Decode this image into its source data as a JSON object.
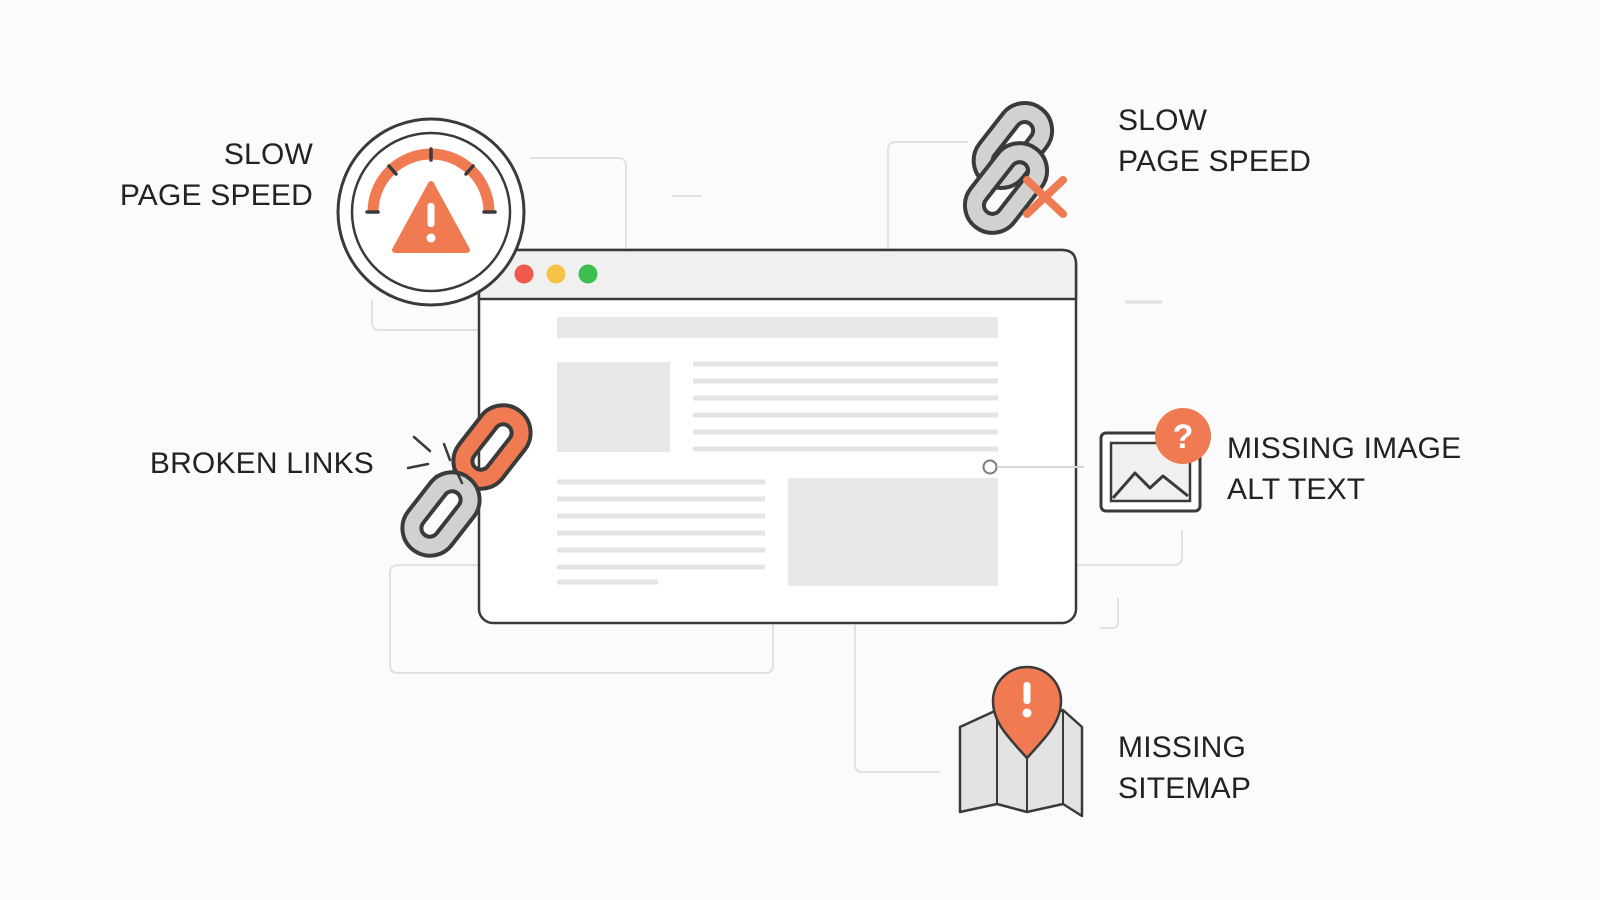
{
  "labels": {
    "slow_speed_left": {
      "line1": "SLOW",
      "line2": "PAGE SPEED"
    },
    "slow_speed_right": {
      "line1": "SLOW",
      "line2": "PAGE SPEED"
    },
    "broken_links": {
      "line1": "BROKEN LINKS"
    },
    "missing_alt": {
      "line1": "MISSING IMAGE",
      "line2": "ALT TEXT"
    },
    "missing_sitemap": {
      "line1": "MISSING",
      "line2": "SITEMAP"
    }
  },
  "icons": {
    "speed": "speedometer-warning-icon",
    "chain": "broken-chain-x-icon",
    "broken": "broken-link-icon",
    "image": "image-question-icon",
    "map": "map-pin-alert-icon"
  },
  "colors": {
    "accent": "#f07b52",
    "stroke": "#3a3a3a",
    "gray_fill": "#cfcfcf",
    "placeholder": "#e8e8e8",
    "dot_red": "#ef5a4c",
    "dot_yellow": "#f6c444",
    "dot_green": "#3dbf4f"
  }
}
